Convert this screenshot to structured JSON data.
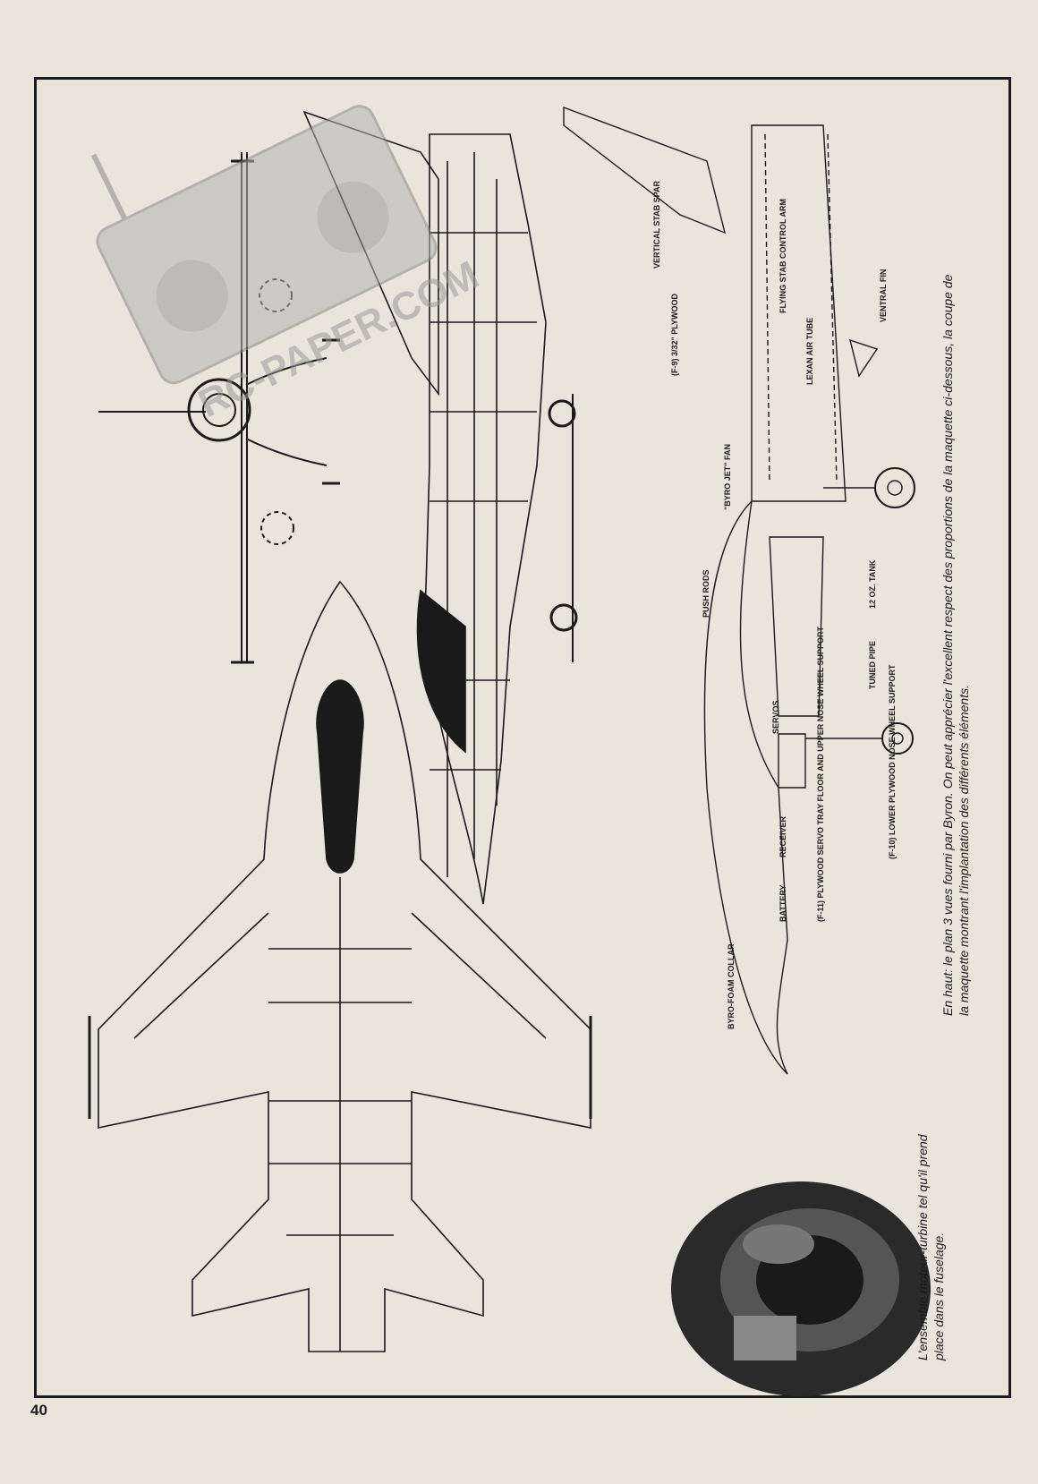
{
  "page": {
    "number": "40"
  },
  "watermark": {
    "text": "RC-PAPER.COM"
  },
  "captions": {
    "top_right": {
      "line1": "En haut: le plan 3 vues fourni par Byron. On peut apprécier l'excellent respect des proportions de la maquette ci-dessous, la coupe de",
      "line2": "la maquette montrant l'implantation des différents éléments."
    },
    "bottom_left": {
      "line1": "L'ensemble moteur-turbine tel qu'il prend",
      "line2": "place dans le fuselage."
    }
  },
  "diagram_labels": {
    "vertical_stab_spar": "VERTICAL STAB SPAR",
    "f9_plywood": "(F-9) 3/32\" PLYWOOD",
    "flying_stab_arm": "FLYING STAB CONTROL ARM",
    "lexan_air_tube": "LEXAN AIR TUBE",
    "ventral_fin": "VENTRAL FIN",
    "byro_jet_fan": "\"BYRO JET\" FAN",
    "push_rods": "PUSH RODS",
    "tank": "12 OZ. TANK",
    "tuned_pipe": "TUNED PIPE",
    "servos": "SERVOS",
    "f10_support": "(F-10) LOWER PLYWOOD NOSE WHEEL SUPPORT",
    "receiver": "RECEIVER",
    "battery": "BATTERY",
    "f11_tray": "(F-11) PLYWOOD SERVO TRAY FLOOR AND UPPER NOSE WHEEL SUPPORT",
    "byro_foam_collar": "BYRO-FOAM COLLAR"
  }
}
